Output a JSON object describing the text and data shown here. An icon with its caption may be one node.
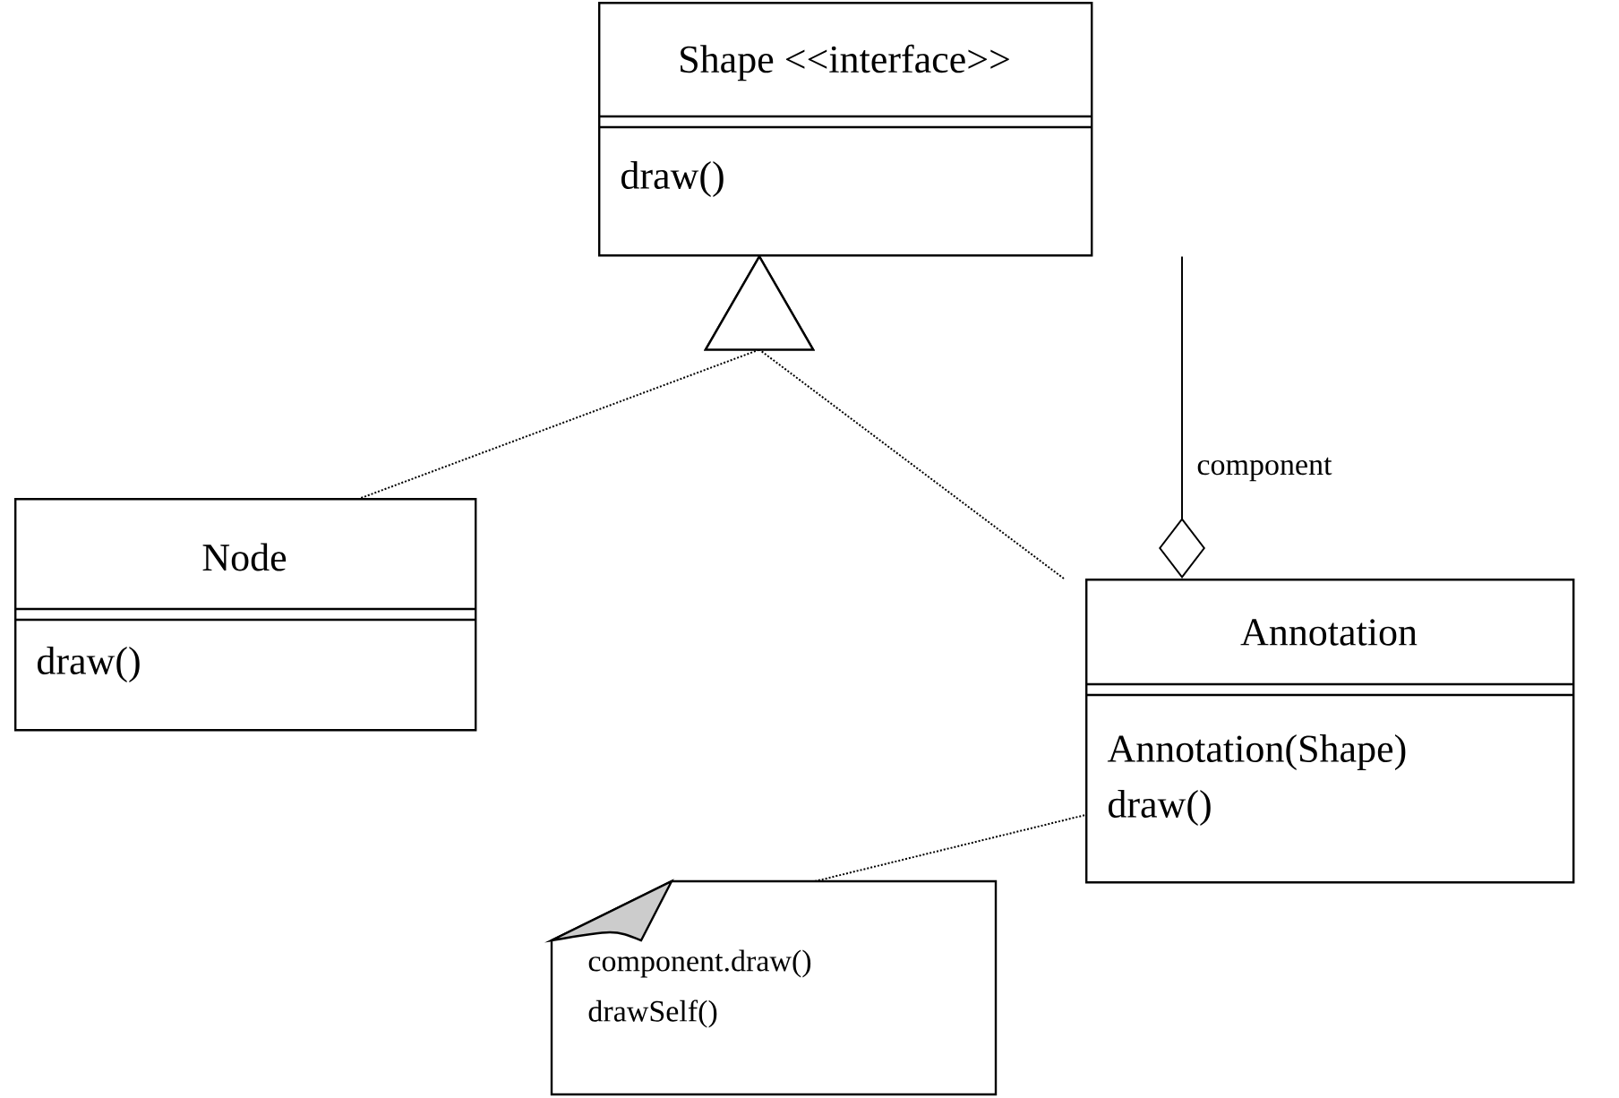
{
  "diagram": {
    "nodes": [
      {
        "text": [
          "Shape <<interface>>",
          "draw()"
        ]
      },
      {
        "text": [
          "Node",
          "draw()"
        ]
      },
      {
        "text": [
          "Annotation",
          "Annotation(Shape)",
          "draw()"
        ]
      },
      {
        "text": [
          "component.draw()",
          "drawSelf()"
        ]
      }
    ],
    "edges": [
      {
        "from": 1,
        "to": 0,
        "arrow": "to",
        "style": "dashed"
      },
      {
        "from": 2,
        "to": 0,
        "arrow": "to",
        "style": "dashed"
      },
      {
        "from": 2,
        "to": 0,
        "arrow": "other",
        "label": "component"
      },
      {
        "from": 3,
        "to": 2,
        "arrow": "none",
        "style": "dashed"
      }
    ]
  }
}
